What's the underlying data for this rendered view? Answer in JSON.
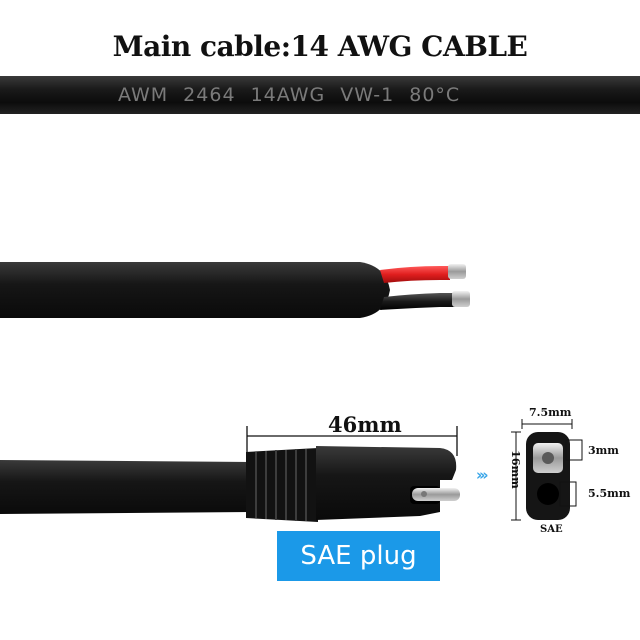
{
  "title": "Main cable:14 AWG CABLE",
  "cable_print": "AWM 2464 14AWG VW-1 80°C",
  "dimensions": {
    "plug_length": "46mm",
    "width": "7.5mm",
    "pin_small": "3mm",
    "pin_large": "5.5mm",
    "height": "16mm"
  },
  "labels": {
    "sae_plug": "SAE plug",
    "sae_face": "SAE"
  },
  "colors": {
    "cable": "#111111",
    "red_wire": "#e01e1e",
    "label_blue": "#1b99e8",
    "arrow_blue": "#3aa6e8"
  },
  "icons": [
    "double-chevron-right-icon"
  ]
}
